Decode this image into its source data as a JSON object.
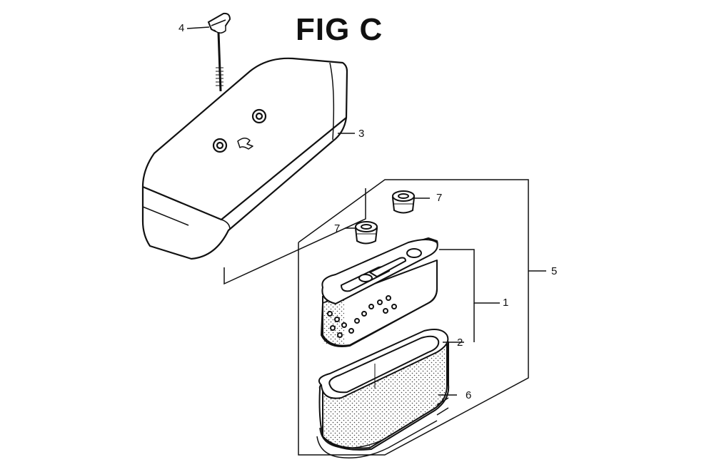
{
  "title": "FIG C",
  "callouts": {
    "c1": "1",
    "c2": "2",
    "c3": "3",
    "c4": "4",
    "c5": "5",
    "c6": "6",
    "c7a": "7",
    "c7b": "7"
  },
  "colors": {
    "ink": "#111111",
    "paper": "#ffffff",
    "shade": "#e9e9e9"
  },
  "icons": {
    "arrow_on_cover": "curved-arrow-icon"
  }
}
